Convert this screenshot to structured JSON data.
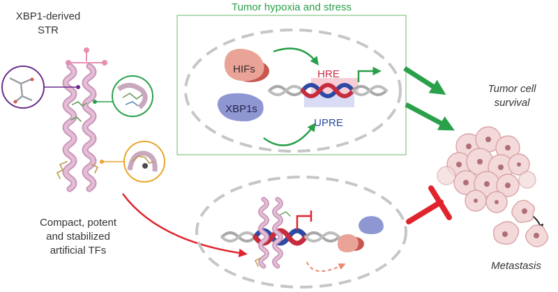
{
  "labels": {
    "str_title_line1": "XBP1-derived",
    "str_title_line2": "STR",
    "hypoxia_title": "Tumor hypoxia and stress",
    "hifs": "HIFs",
    "xbp1s": "XBP1s",
    "hre": "HRE",
    "upre": "UPRE",
    "survival_line1": "Tumor cell",
    "survival_line2": "survival",
    "compact_line1": "Compact, potent",
    "compact_line2": "and stabilized",
    "compact_line3": "artificial TFs",
    "metastasis": "Metastasis"
  },
  "colors": {
    "green": "#2aa04a",
    "red": "#e0242e",
    "helix": "#d8aac8",
    "hifs_blob": "#e49a8d",
    "xbp1s_blob": "#8f97d3",
    "dna_red": "#c72b3e",
    "dna_blue": "#2c4aa3",
    "dna_grey": "#a8a8a8",
    "cell_fill": "#f3d9da",
    "cell_stroke": "#d9a3a6",
    "upre_text": "#2c4aa3",
    "hre_text": "#c72b3e"
  }
}
